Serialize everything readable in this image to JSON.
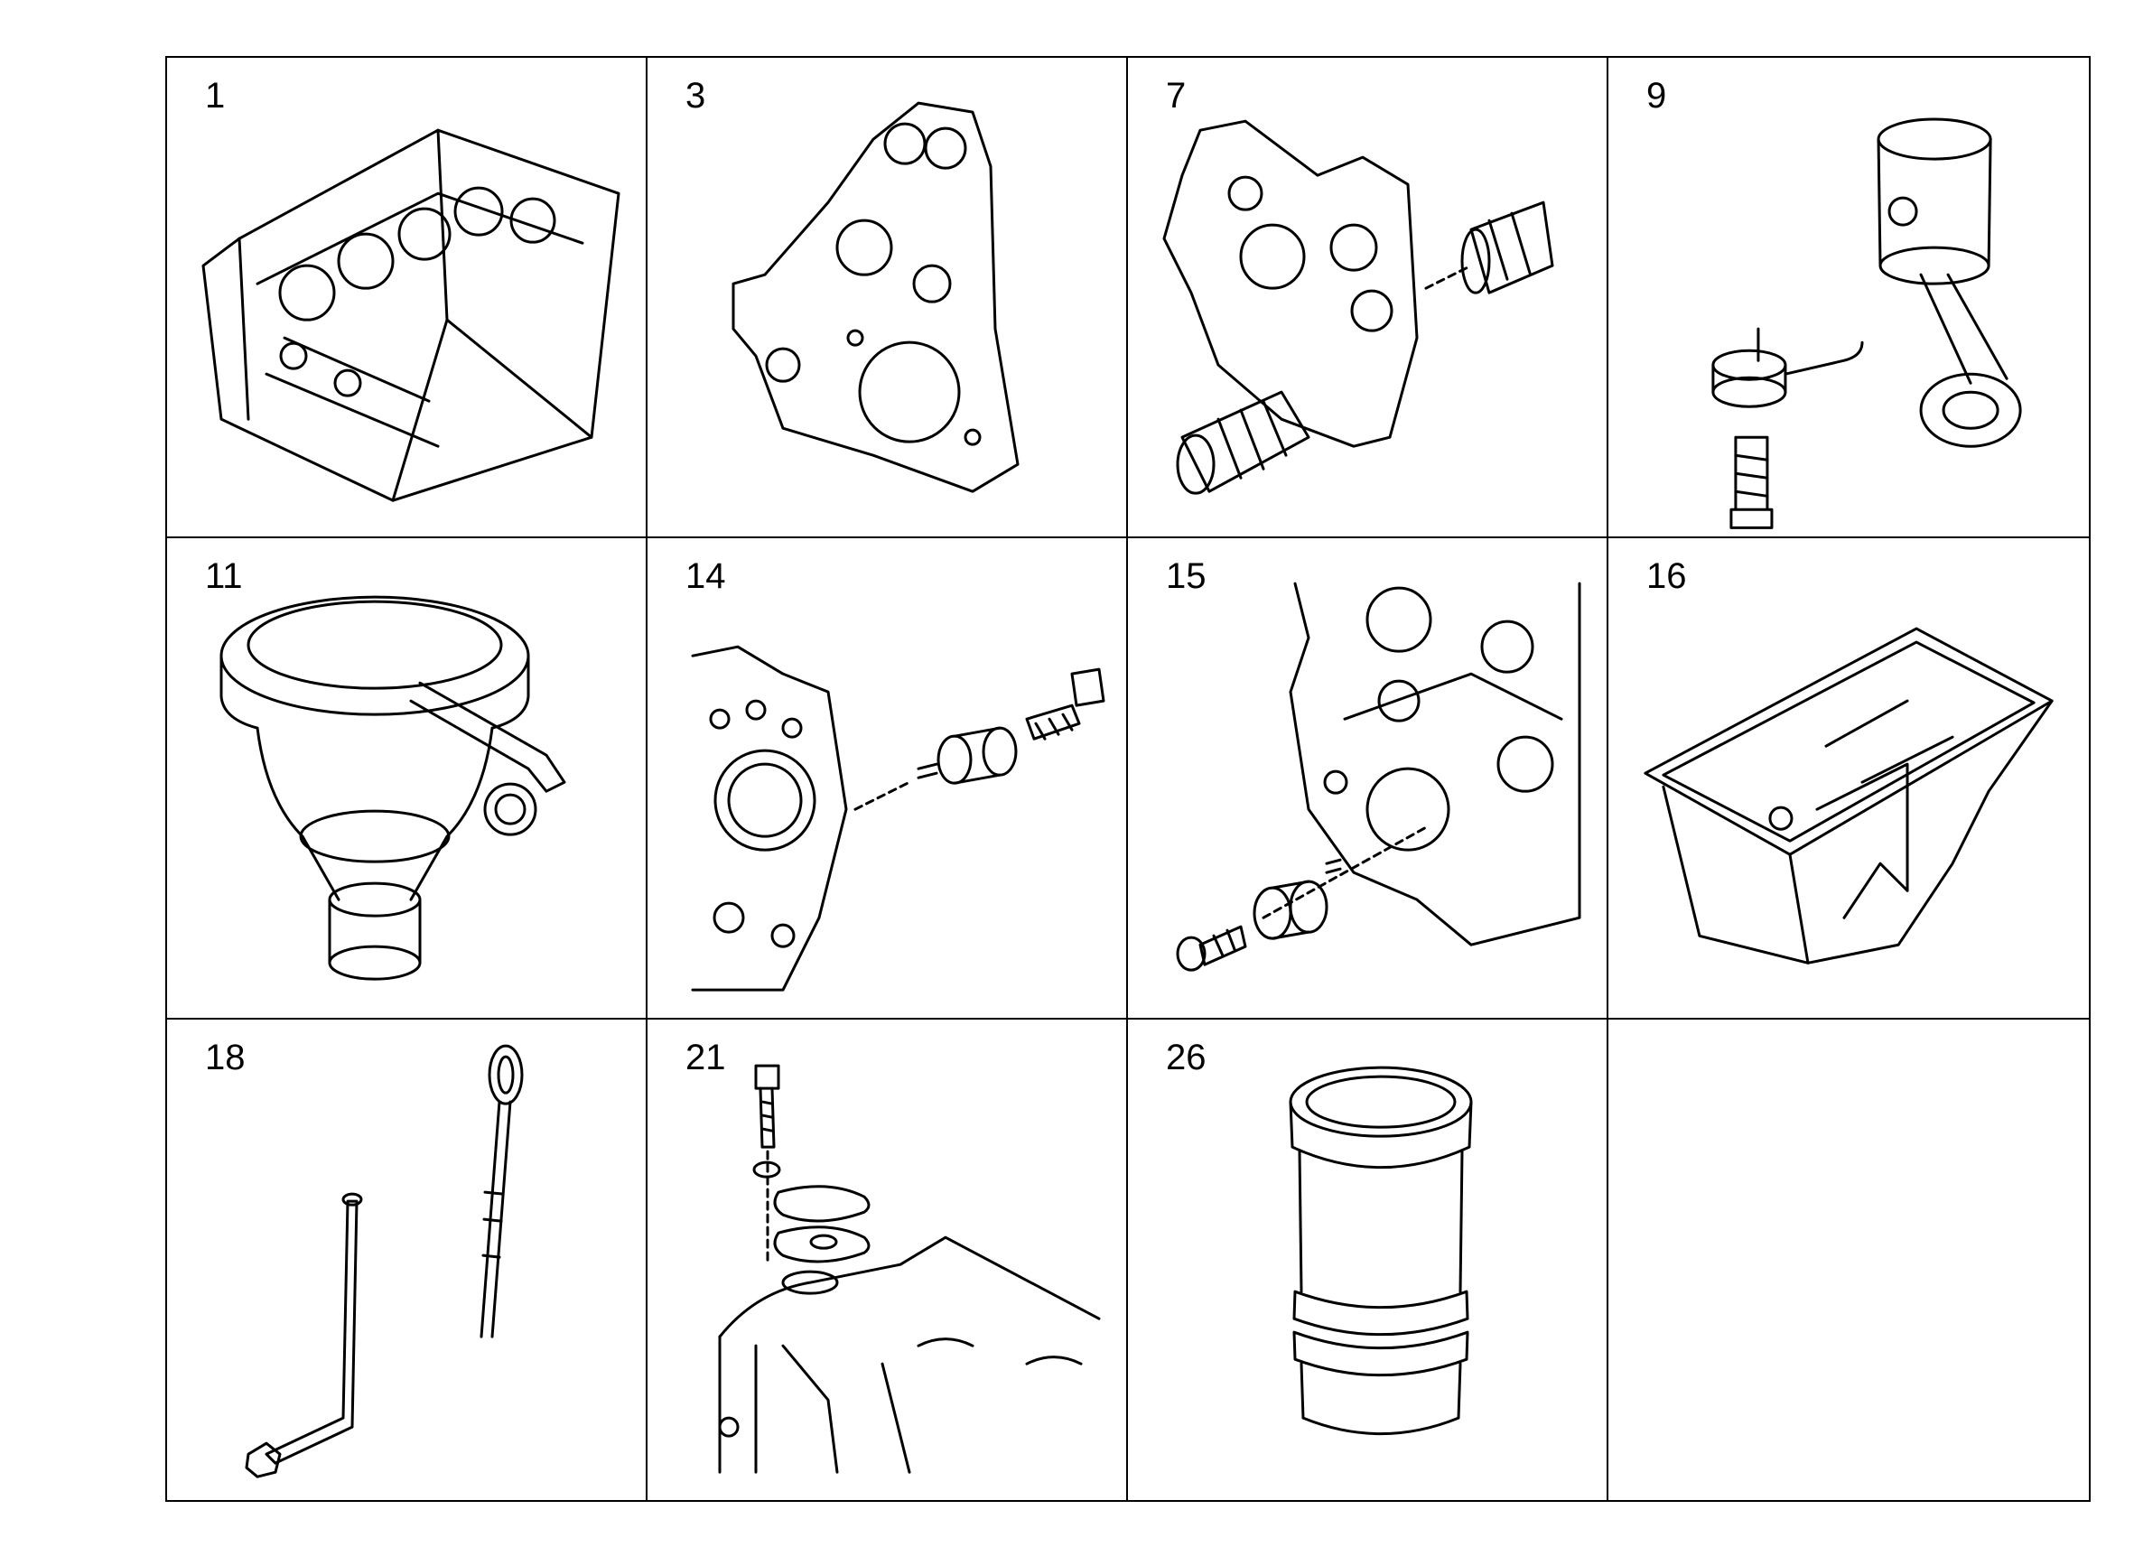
{
  "diagram": {
    "cells": [
      {
        "number": "1",
        "icon": "cylinder-block-drawing"
      },
      {
        "number": "3",
        "icon": "timing-case-cover-drawing"
      },
      {
        "number": "7",
        "icon": "front-cover-with-pump-drawing"
      },
      {
        "number": "9",
        "icon": "piston-conrod-drawing"
      },
      {
        "number": "11",
        "icon": "oil-filler-breather-drawing"
      },
      {
        "number": "14",
        "icon": "idler-gear-stub-drawing"
      },
      {
        "number": "15",
        "icon": "block-with-bolt-drawing"
      },
      {
        "number": "16",
        "icon": "oil-pan-drawing"
      },
      {
        "number": "18",
        "icon": "dipstick-and-tube-drawing"
      },
      {
        "number": "21",
        "icon": "cover-plate-gasket-drawing"
      },
      {
        "number": "26",
        "icon": "cylinder-liner-drawing"
      },
      {
        "number": "",
        "icon": ""
      }
    ]
  }
}
